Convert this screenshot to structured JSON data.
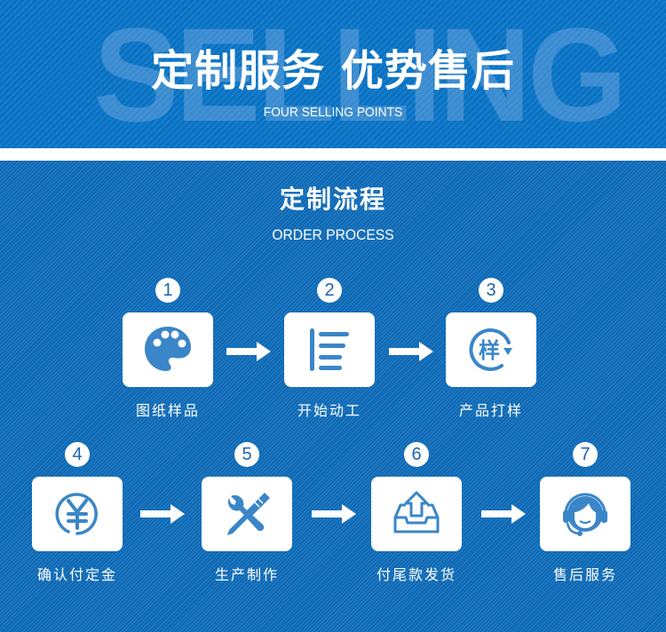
{
  "banner": {
    "watermark": "SELLING",
    "title": "定制服务 优势售后",
    "subtitle": "FOUR SELLING POINTS"
  },
  "process": {
    "title": "定制流程",
    "subtitle": "ORDER PROCESS",
    "steps": [
      {
        "number": "1",
        "label": "图纸样品",
        "icon": "palette-icon"
      },
      {
        "number": "2",
        "label": "开始动工",
        "icon": "list-lines-icon"
      },
      {
        "number": "3",
        "label": "产品打样",
        "icon": "sample-cycle-icon",
        "icon_text": "样"
      },
      {
        "number": "4",
        "label": "确认付定金",
        "icon": "yen-coin-icon",
        "icon_text": "¥"
      },
      {
        "number": "5",
        "label": "生产制作",
        "icon": "wrench-screwdriver-icon"
      },
      {
        "number": "6",
        "label": "付尾款发货",
        "icon": "tray-upload-icon"
      },
      {
        "number": "7",
        "label": "售后服务",
        "icon": "headset-support-icon"
      }
    ]
  },
  "colors": {
    "primary_blue": "#0f6fbe",
    "banner_blue": "#0a76c9",
    "icon_blue": "#3a86c8",
    "number_blue": "#1e64b0",
    "white": "#ffffff"
  }
}
